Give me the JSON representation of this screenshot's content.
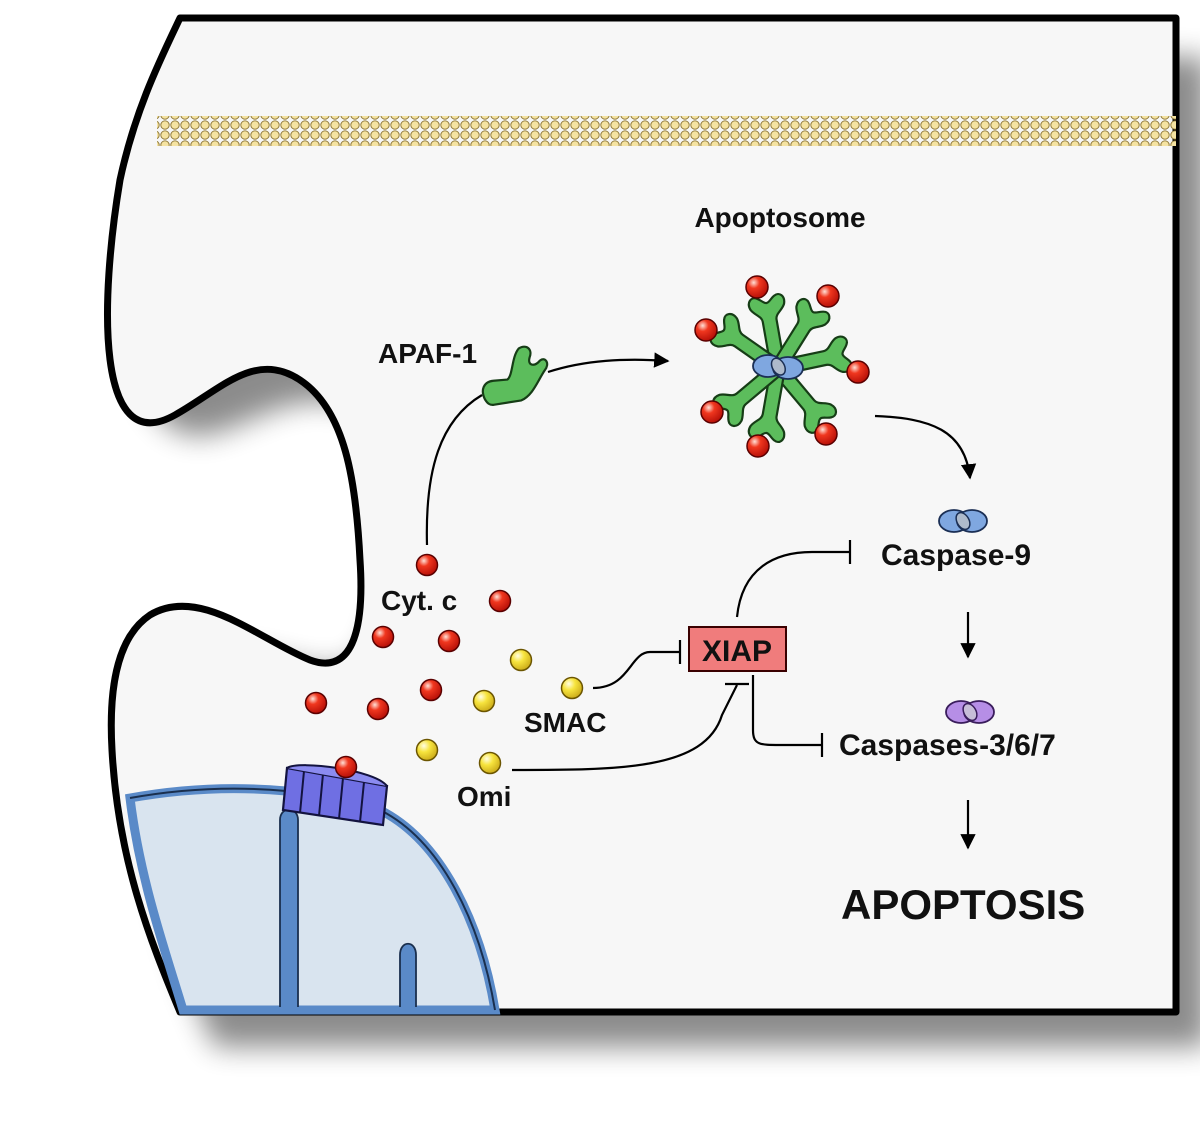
{
  "labels": {
    "apoptosome": "Apoptosome",
    "apaf1": "APAF-1",
    "cytc": "Cyt. c",
    "smac": "SMAC",
    "omi": "Omi",
    "xiap": "XIAP",
    "caspase9": "Caspase-9",
    "caspases367": "Caspases-3/6/7",
    "apoptosis": "APOPTOSIS"
  },
  "colors": {
    "cell_fill": "#f7f7f7",
    "membrane": "#f5e3a2",
    "apaf1_green": "#5cbd5c",
    "cytc_red": "#e8261c",
    "smac_yellow": "#f3df3a",
    "caspase9_blue": "#7fa7e0",
    "caspase367_purple": "#b68ee6",
    "xiap_box": "#f07c7c",
    "mitochondrion": "#d9e4ef",
    "mito_membrane": "#5a8ac8",
    "pore": "#6f6fe3"
  },
  "icons": {
    "cytc": "red-sphere",
    "smac": "yellow-sphere",
    "apaf1": "y-shaped-protein",
    "caspase": "dimer-ovals",
    "pore": "channel-barrel"
  }
}
